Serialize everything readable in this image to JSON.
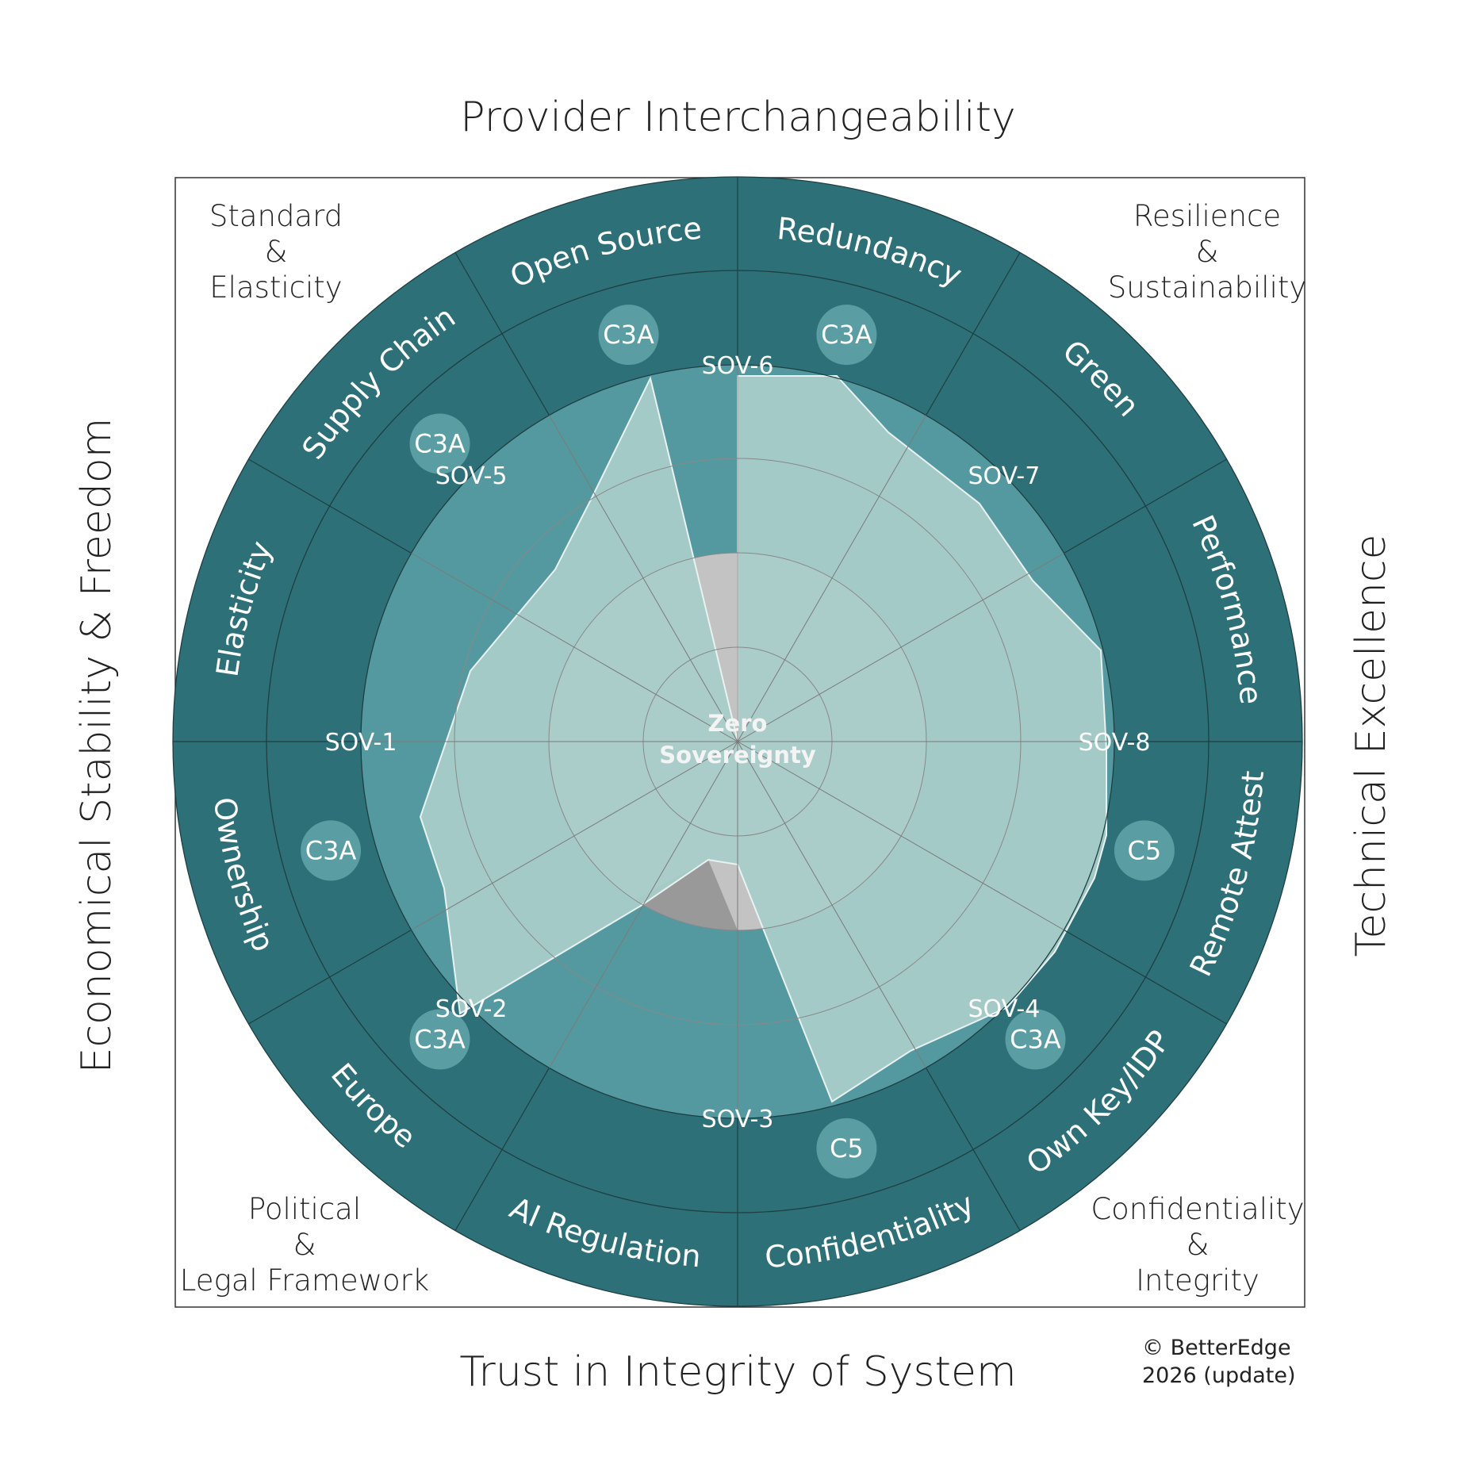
{
  "titles": {
    "top": "Provider Interchangeability",
    "bottom": "Trust in Integrity of System",
    "left": "Economical Stability & Freedom",
    "right": "Technical Excellence"
  },
  "corners": {
    "top_left": [
      "Standard",
      "&",
      "Elasticity"
    ],
    "top_right": [
      "Resilience",
      "&",
      "Sustainability"
    ],
    "bottom_left": [
      "Political",
      "&",
      "Legal Framework"
    ],
    "bottom_right": [
      "Confidentiality",
      "&",
      "Integrity"
    ]
  },
  "copyright": [
    "© BetterEdge",
    "2026 (update)"
  ],
  "center_label": [
    "Zero",
    "Sovereignty"
  ],
  "segments": [
    {
      "label": "Redundancy",
      "badge": "C3A"
    },
    {
      "label": "Green",
      "badge": ""
    },
    {
      "label": "Performance",
      "badge": ""
    },
    {
      "label": "Remote Attest",
      "badge": "C5"
    },
    {
      "label": "Own Key/IDP",
      "badge": "C3A"
    },
    {
      "label": "Confidentiality",
      "badge": "C5"
    },
    {
      "label": "AI Regulation",
      "badge": ""
    },
    {
      "label": "Europe",
      "badge": "C3A"
    },
    {
      "label": "Ownership",
      "badge": "C3A"
    },
    {
      "label": "Elasticity",
      "badge": ""
    },
    {
      "label": "Supply Chain",
      "badge": "C3A"
    },
    {
      "label": "Open Source",
      "badge": "C3A"
    }
  ],
  "sov_labels": [
    "SOV-7",
    "SOV-8",
    "SOV-4",
    "SOV-3",
    "SOV-2",
    "SOV-1",
    "SOV-5",
    "SOV-6"
  ],
  "colors": {
    "outer_ring": "#2e7078",
    "mid_ring": "#5599a0",
    "inner_disc": "#c3c3c3",
    "polygon": "#a9cdca",
    "dark_wedge": "#999999",
    "badge": "#5a9ea3"
  }
}
